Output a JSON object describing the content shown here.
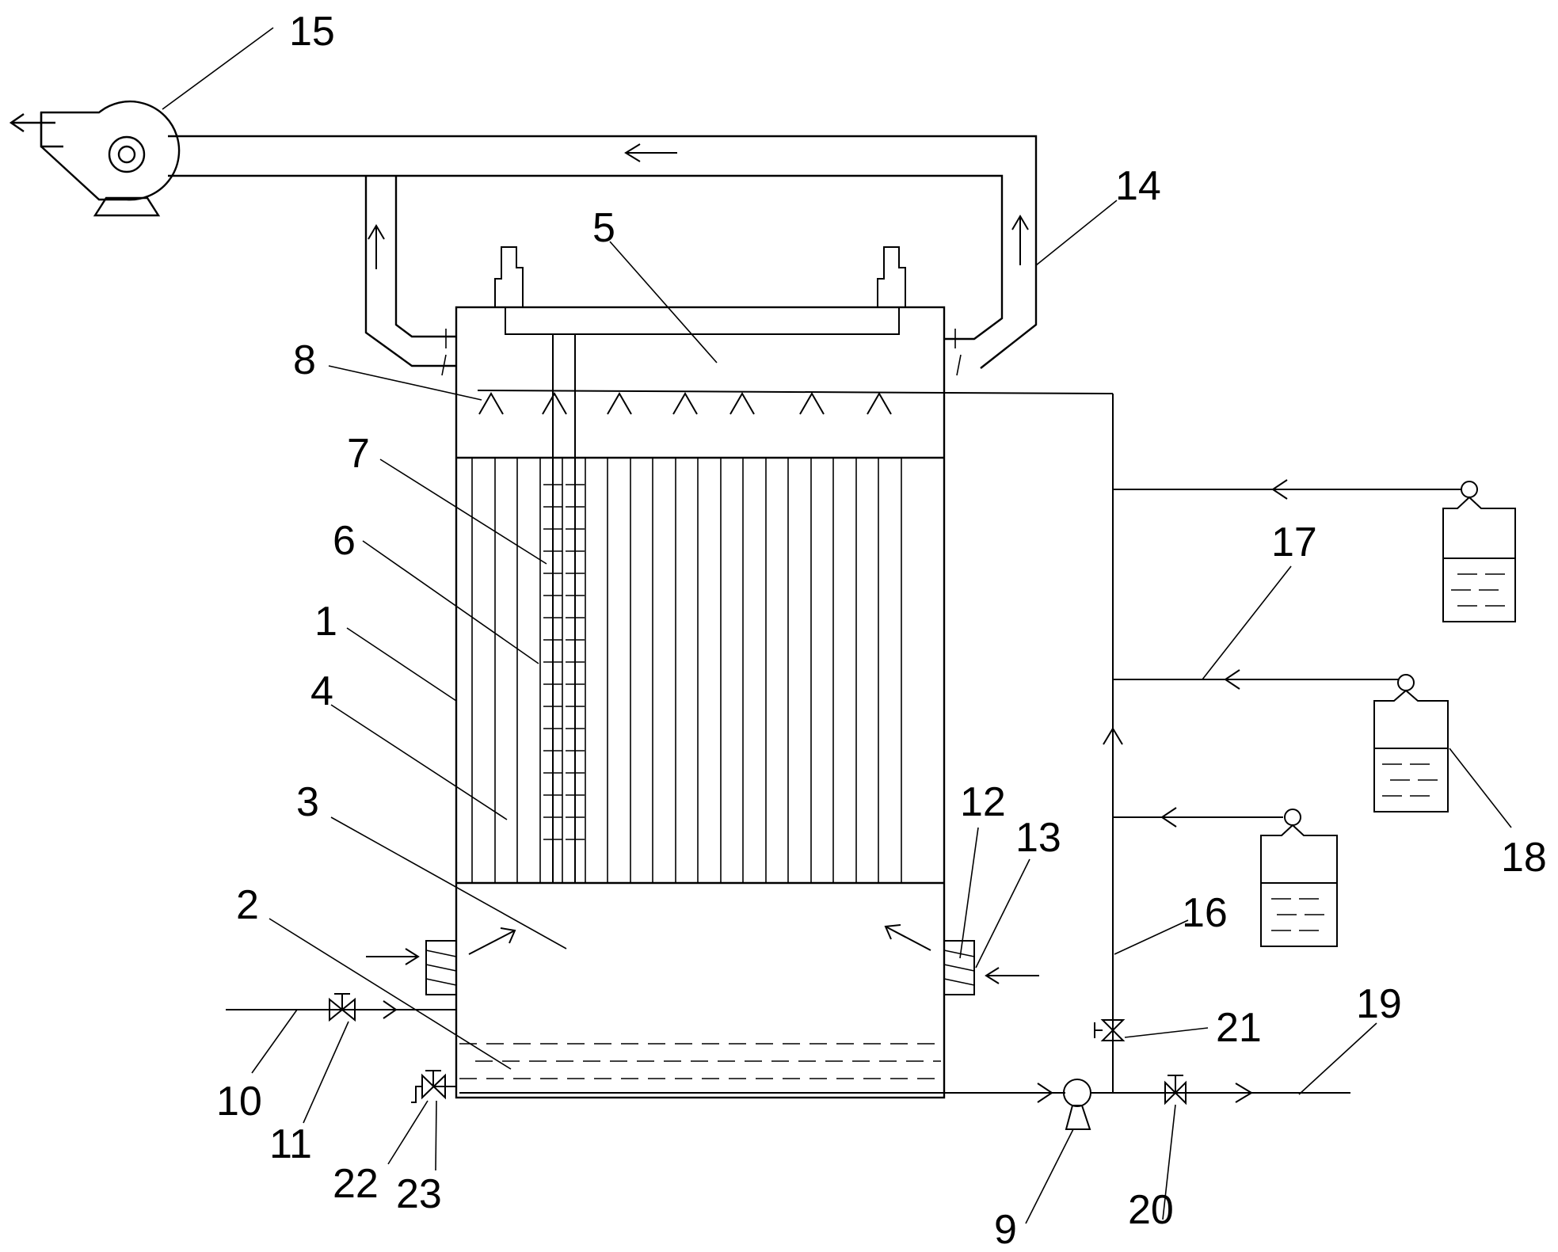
{
  "labels": {
    "l1": "1",
    "l2": "2",
    "l3": "3",
    "l4": "4",
    "l5": "5",
    "l6": "6",
    "l7": "7",
    "l8": "8",
    "l9": "9",
    "l10": "10",
    "l11": "11",
    "l12": "12",
    "l13": "13",
    "l14": "14",
    "l15": "15",
    "l16": "16",
    "l17": "17",
    "l18": "18",
    "l19": "19",
    "l20": "20",
    "l21": "21",
    "l22": "22",
    "l23": "23"
  }
}
